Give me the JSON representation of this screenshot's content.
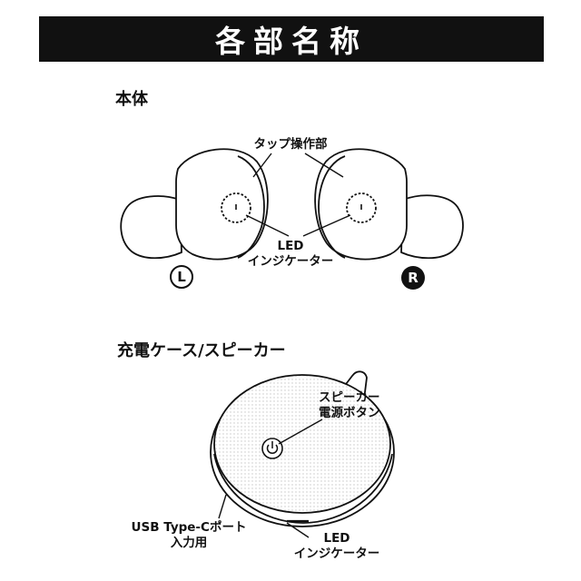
{
  "title": "各部名称",
  "earbuds": {
    "heading": "本体",
    "tap_label": "タップ操作部",
    "led_label_line1": "LED",
    "led_label_line2": "インジケーター",
    "left_badge": "L",
    "right_badge": "R"
  },
  "case": {
    "heading": "充電ケース/スピーカー",
    "power_label_line1": "スピーカー",
    "power_label_line2": "電源ボタン",
    "usb_label_line1": "USB Type-Cポート",
    "usb_label_line2": "入力用",
    "led_label_line1": "LED",
    "led_label_line2": "インジケーター"
  }
}
